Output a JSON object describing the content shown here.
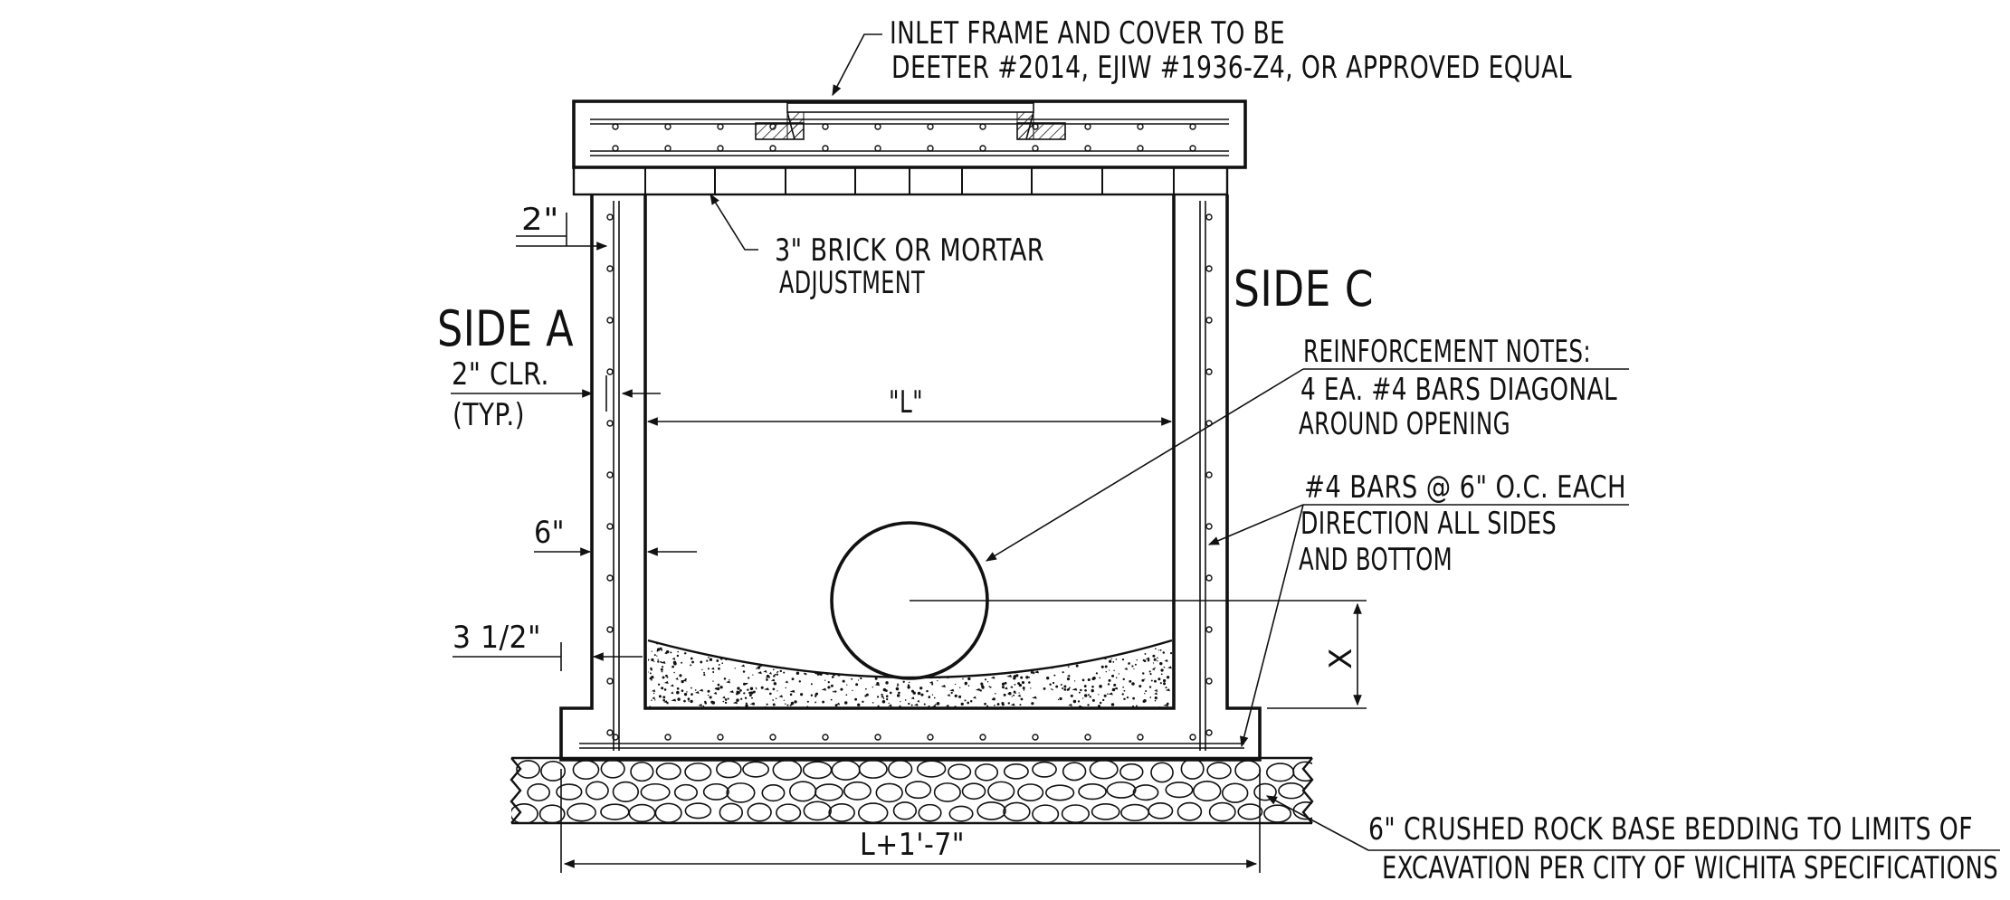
{
  "notes": {
    "inlet_frame_line1": "INLET FRAME AND COVER TO BE",
    "inlet_frame_line2": "DEETER #2014, EJIW #1936-Z4, OR APPROVED EQUAL",
    "brick_line1": "3\" BRICK OR MORTAR",
    "brick_line2": "ADJUSTMENT",
    "side_a": "SIDE A",
    "side_c": "SIDE C",
    "reinf_title": "REINFORCEMENT NOTES:",
    "reinf_line1": "4 EA. #4 BARS DIAGONAL",
    "reinf_line2": "AROUND OPENING",
    "bars_line1": "#4 BARS @ 6\" O.C. EACH",
    "bars_line2": "DIRECTION ALL SIDES",
    "bars_line3": "AND BOTTOM",
    "base_line1": "6\" CRUSHED ROCK BASE BEDDING TO LIMITS OF",
    "base_line2": "EXCAVATION PER CITY OF WICHITA SPECIFICATIONS"
  },
  "dimensions": {
    "two_in": "2\"",
    "two_in_clr": "2\" CLR.",
    "typ": "(TYP.)",
    "six_in": "6\"",
    "three_half": "3 1/2\"",
    "l_inner": "\"L\"",
    "overall": "L+1'-7\"",
    "x": "X"
  },
  "colors": {
    "ink": "#111111",
    "paper": "#ffffff"
  }
}
